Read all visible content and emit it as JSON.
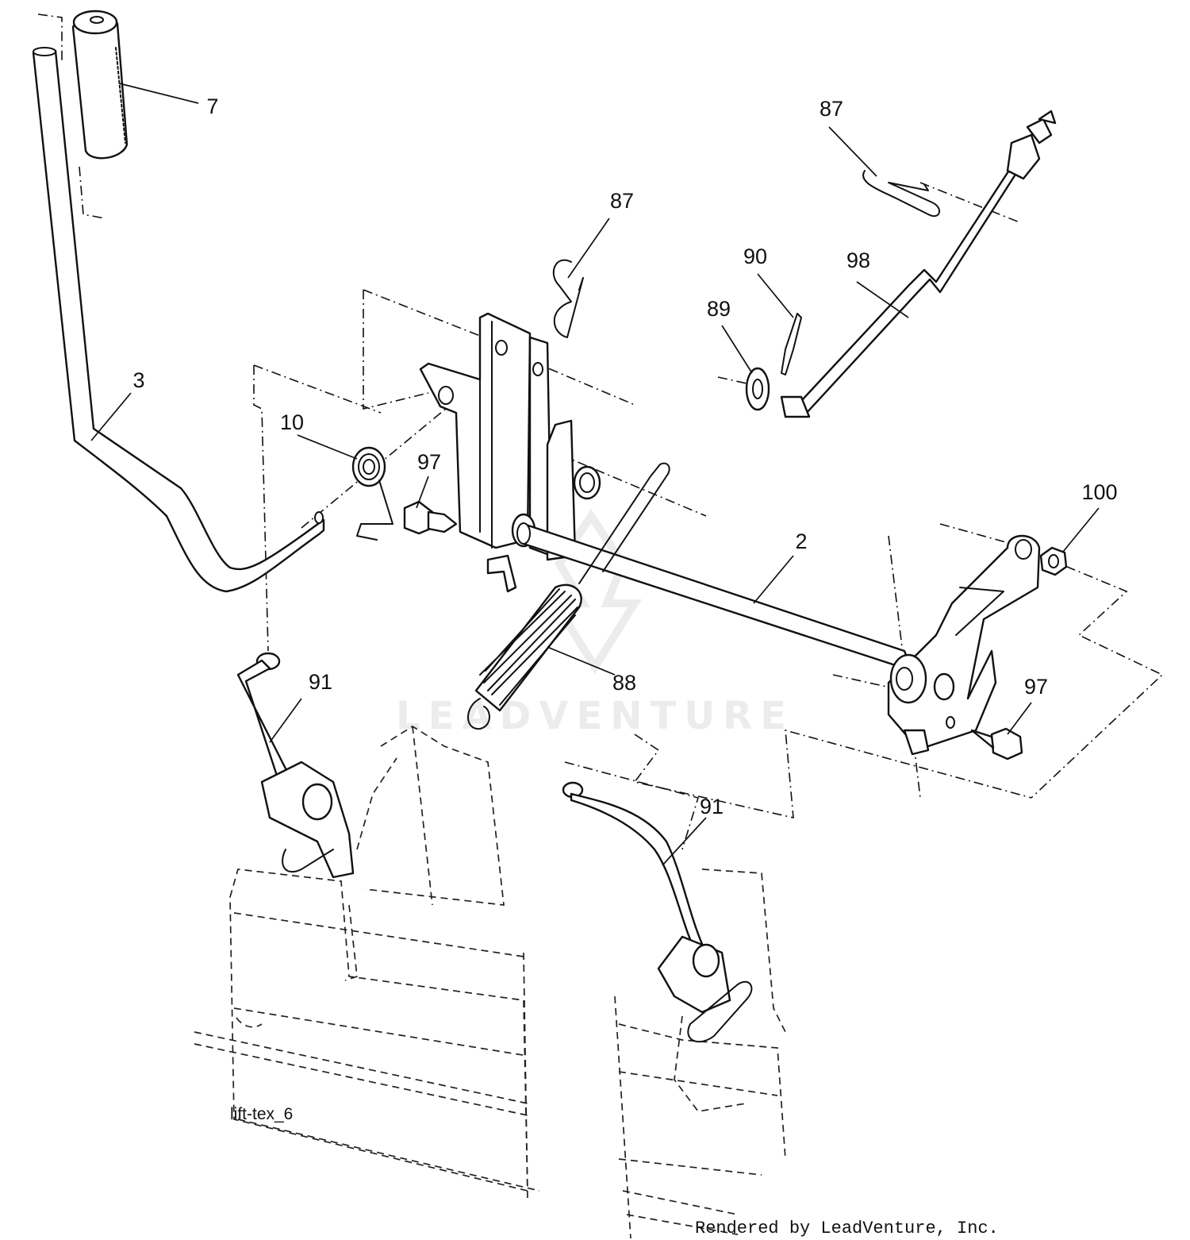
{
  "diagram": {
    "callouts": [
      {
        "id": "7",
        "label": "7"
      },
      {
        "id": "87a",
        "label": "87"
      },
      {
        "id": "87b",
        "label": "87"
      },
      {
        "id": "90",
        "label": "90"
      },
      {
        "id": "98",
        "label": "98"
      },
      {
        "id": "89",
        "label": "89"
      },
      {
        "id": "3",
        "label": "3"
      },
      {
        "id": "10",
        "label": "10"
      },
      {
        "id": "97a",
        "label": "97"
      },
      {
        "id": "100",
        "label": "100"
      },
      {
        "id": "2",
        "label": "2"
      },
      {
        "id": "91a",
        "label": "91"
      },
      {
        "id": "88",
        "label": "88"
      },
      {
        "id": "97b",
        "label": "97"
      },
      {
        "id": "91b",
        "label": "91"
      }
    ],
    "diagram_id": "lift-tex_6",
    "watermark": "LEADVENTURE",
    "credit": "Rendered by LeadVenture, Inc."
  }
}
